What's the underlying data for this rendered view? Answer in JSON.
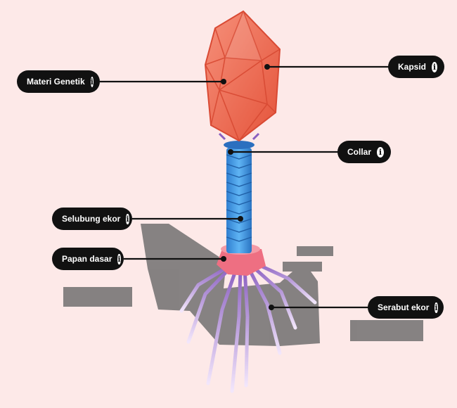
{
  "labels": {
    "materi_genetik": "Materi Genetik",
    "kapsid": "Kapsid",
    "collar": "Collar",
    "selubung_ekor": "Selubung ekor",
    "papan_dasar": "Papan dasar",
    "serabut_ekor": "Serabut ekor"
  },
  "icons": {
    "info": "info-icon"
  },
  "info_glyph": "i",
  "colors": {
    "background": "#fde9e8",
    "label_bg": "#111111",
    "capsid": "#f26b4e",
    "tail_sheath": "#3d9ae8",
    "baseplate": "#ef6f82",
    "tail_fibers": "#b58ad8",
    "shadow": "#6e6e6e"
  }
}
